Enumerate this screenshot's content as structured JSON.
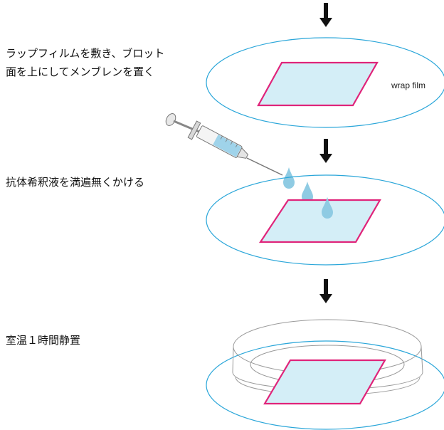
{
  "colors": {
    "outline_cyan": "#2aa6d9",
    "membrane_fill": "#d4eef7",
    "membrane_border": "#e0247a",
    "drop_fill": "#8fcbe3",
    "arrow": "#111111",
    "text": "#111111"
  },
  "steps": [
    {
      "text": "ラップフィルムを敷き、ブロット\n面を上にしてメンブレンを置く"
    },
    {
      "text": "抗体希釈液を満遍無くかける"
    },
    {
      "text": "室温１時間静置"
    }
  ],
  "labels": {
    "wrap_film": "wrap film"
  },
  "icons": {
    "arrow": "down-arrow-icon",
    "syringe": "syringe-icon",
    "drop": "droplet-icon"
  }
}
